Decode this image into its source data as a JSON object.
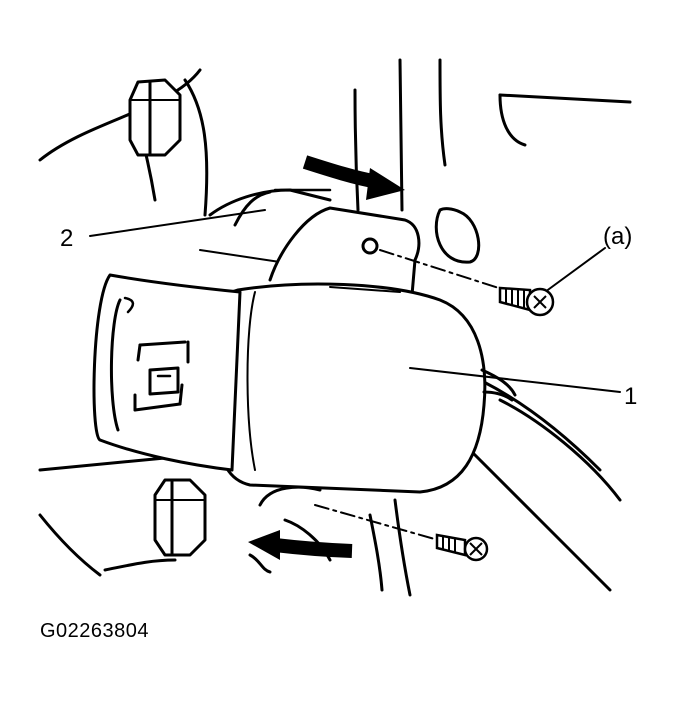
{
  "figure_id": "G02263804",
  "callouts": {
    "sensor": "1",
    "bracket": "2",
    "screw": "(a)"
  },
  "icons": {
    "upper_arrow": "curved-arrow-right-icon",
    "lower_arrow": "curved-arrow-left-icon",
    "upper_screw": "screw-icon",
    "lower_screw": "screw-icon"
  },
  "colors": {
    "line": "#000000",
    "background": "#ffffff"
  }
}
